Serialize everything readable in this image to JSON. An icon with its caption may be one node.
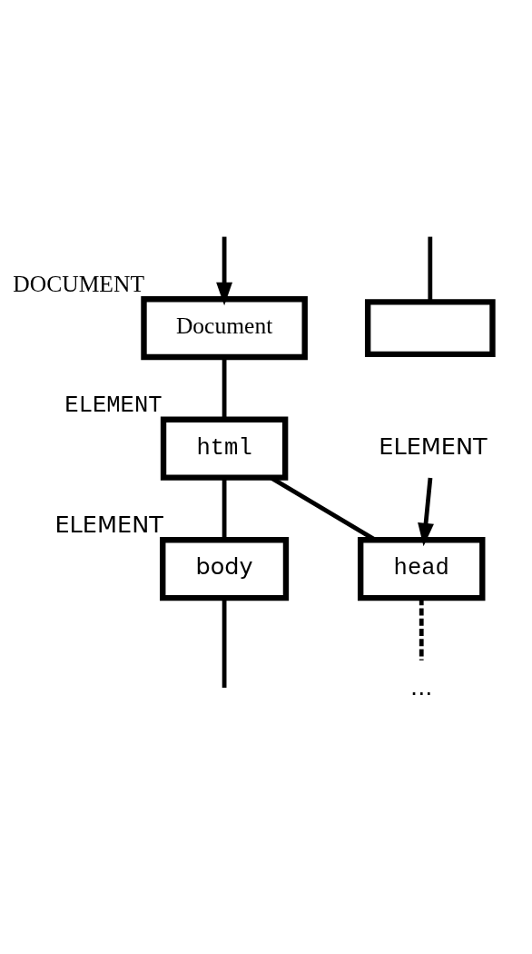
{
  "diagram": {
    "nodes": [
      {
        "text": [
          "Document"
        ],
        "beside": [
          "DOCUMENT"
        ]
      },
      {
        "text": [
          "html"
        ],
        "beside": [
          "ELEMENT"
        ]
      },
      {
        "text": [
          "body"
        ],
        "beside": [
          "ELEMENT"
        ]
      },
      {
        "text": [
          "head"
        ]
      },
      {
        "text": [
          "ELEMENT"
        ]
      },
      {
        "text": [
          "..."
        ]
      },
      {
        "text": [],
        "shape": "box"
      }
    ],
    "edges": [
      {
        "from": null,
        "to": 0,
        "arrow": "to"
      },
      {
        "from": 0,
        "to": 1,
        "arrow": "none"
      },
      {
        "from": 1,
        "to": 2,
        "arrow": "none"
      },
      {
        "from": 1,
        "to": 3,
        "arrow": "none"
      },
      {
        "from": 2,
        "to": null,
        "arrow": "none"
      },
      {
        "from": 3,
        "to": 5,
        "arrow": "none",
        "style": "dashed"
      },
      {
        "from": 4,
        "to": 3,
        "arrow": "to"
      },
      {
        "from": null,
        "to": 6,
        "arrow": "none"
      }
    ]
  }
}
